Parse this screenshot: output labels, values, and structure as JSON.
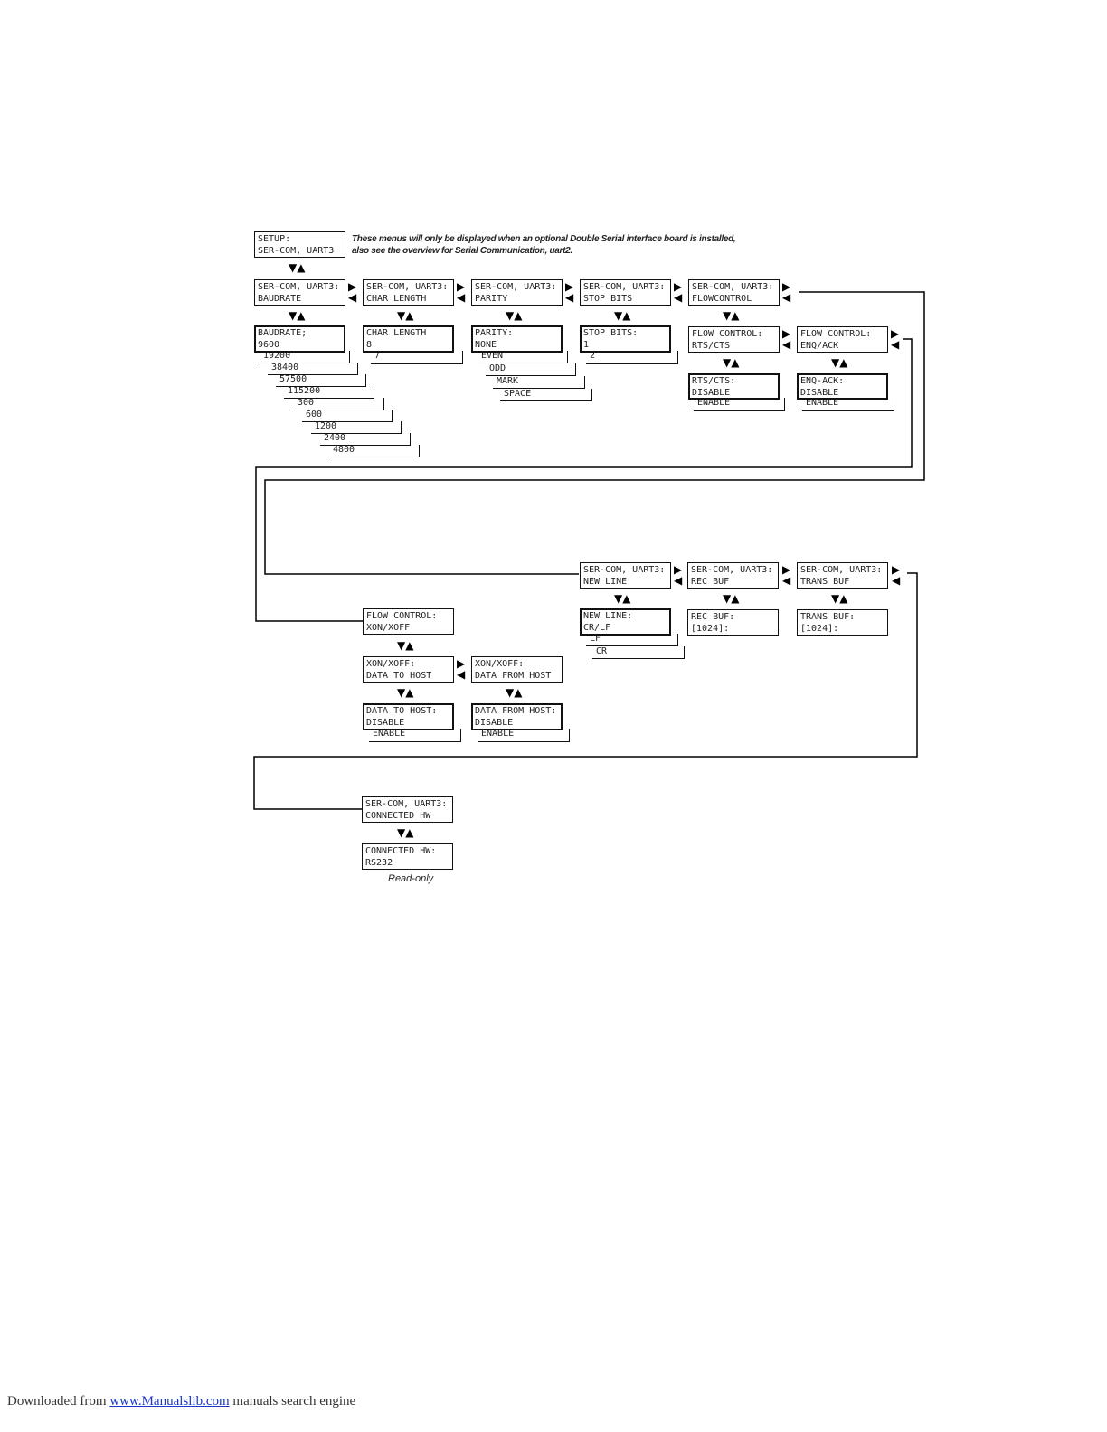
{
  "note": {
    "line1": "These menus will only be displayed when an optional Double Serial  interface board is installed,",
    "line2": "also see the overview for Serial Communication, uart2."
  },
  "arrows": {
    "updown": "▼▲",
    "right": "▶",
    "left": "◀"
  },
  "setup": {
    "line1": "SETUP:",
    "line2": "SER-COM, UART3"
  },
  "menus": {
    "baudrate": {
      "line1": "SER-COM, UART3:",
      "line2": "BAUDRATE"
    },
    "char_length": {
      "line1": "SER-COM, UART3:",
      "line2": "CHAR LENGTH"
    },
    "parity": {
      "line1": "SER-COM, UART3:",
      "line2": "PARITY"
    },
    "stop_bits": {
      "line1": "SER-COM, UART3:",
      "line2": "STOP BITS"
    },
    "flowcontrol": {
      "line1": "SER-COM, UART3:",
      "line2": "FLOWCONTROL"
    },
    "new_line": {
      "line1": "SER-COM, UART3:",
      "line2": "NEW LINE"
    },
    "rec_buf": {
      "line1": "SER-COM, UART3:",
      "line2": "REC BUF"
    },
    "trans_buf": {
      "line1": "SER-COM, UART3:",
      "line2": "TRANS BUF"
    },
    "connected_hw": {
      "line1": "SER-COM, UART3:",
      "line2": "CONNECTED HW"
    }
  },
  "settings": {
    "baudrate": {
      "line1": "BAUDRATE;",
      "line2": "9600",
      "options": [
        "19200",
        "38400",
        "57500",
        "115200",
        "300",
        "600",
        "1200",
        "2400",
        "4800"
      ]
    },
    "char_length": {
      "line1": "CHAR LENGTH",
      "line2": "8",
      "options": [
        "7"
      ]
    },
    "parity": {
      "line1": "PARITY:",
      "line2": "NONE",
      "options": [
        "EVEN",
        "ODD",
        "MARK",
        "SPACE"
      ]
    },
    "stop_bits": {
      "line1": "STOP BITS:",
      "line2": "1",
      "options": [
        "2"
      ]
    },
    "flow_rts": {
      "line1": "FLOW CONTROL:",
      "line2": "RTS/CTS"
    },
    "flow_enq": {
      "line1": "FLOW CONTROL:",
      "line2": "ENQ/ACK"
    },
    "flow_xon": {
      "line1": "FLOW CONTROL:",
      "line2": "XON/XOFF"
    },
    "rts_cts": {
      "line1": "RTS/CTS:",
      "line2": "DISABLE",
      "options": [
        "ENABLE"
      ]
    },
    "enq_ack": {
      "line1": "ENQ-ACK:",
      "line2": "DISABLE",
      "options": [
        "ENABLE"
      ]
    },
    "xon_to_host": {
      "line1": "XON/XOFF:",
      "line2": "DATA TO HOST"
    },
    "xon_from_host": {
      "line1": "XON/XOFF:",
      "line2": "DATA FROM HOST"
    },
    "data_to_host": {
      "line1": "DATA TO HOST:",
      "line2": "DISABLE",
      "options": [
        "ENABLE"
      ]
    },
    "data_from_host": {
      "line1": "DATA FROM HOST:",
      "line2": "DISABLE",
      "options": [
        "ENABLE"
      ]
    },
    "new_line": {
      "line1": "NEW LINE:",
      "line2": "CR/LF",
      "options": [
        "LF",
        "CR"
      ]
    },
    "rec_buf": {
      "line1": "REC BUF:",
      "line2": "[1024]:"
    },
    "trans_buf": {
      "line1": "TRANS BUF:",
      "line2": "[1024]:"
    },
    "connected_hw": {
      "line1": "CONNECTED HW:",
      "line2": "RS232"
    }
  },
  "readonly_label": "Read-only",
  "footer": {
    "prefix": "Downloaded from ",
    "link": "www.Manualslib.com",
    "suffix": "  manuals search engine"
  }
}
